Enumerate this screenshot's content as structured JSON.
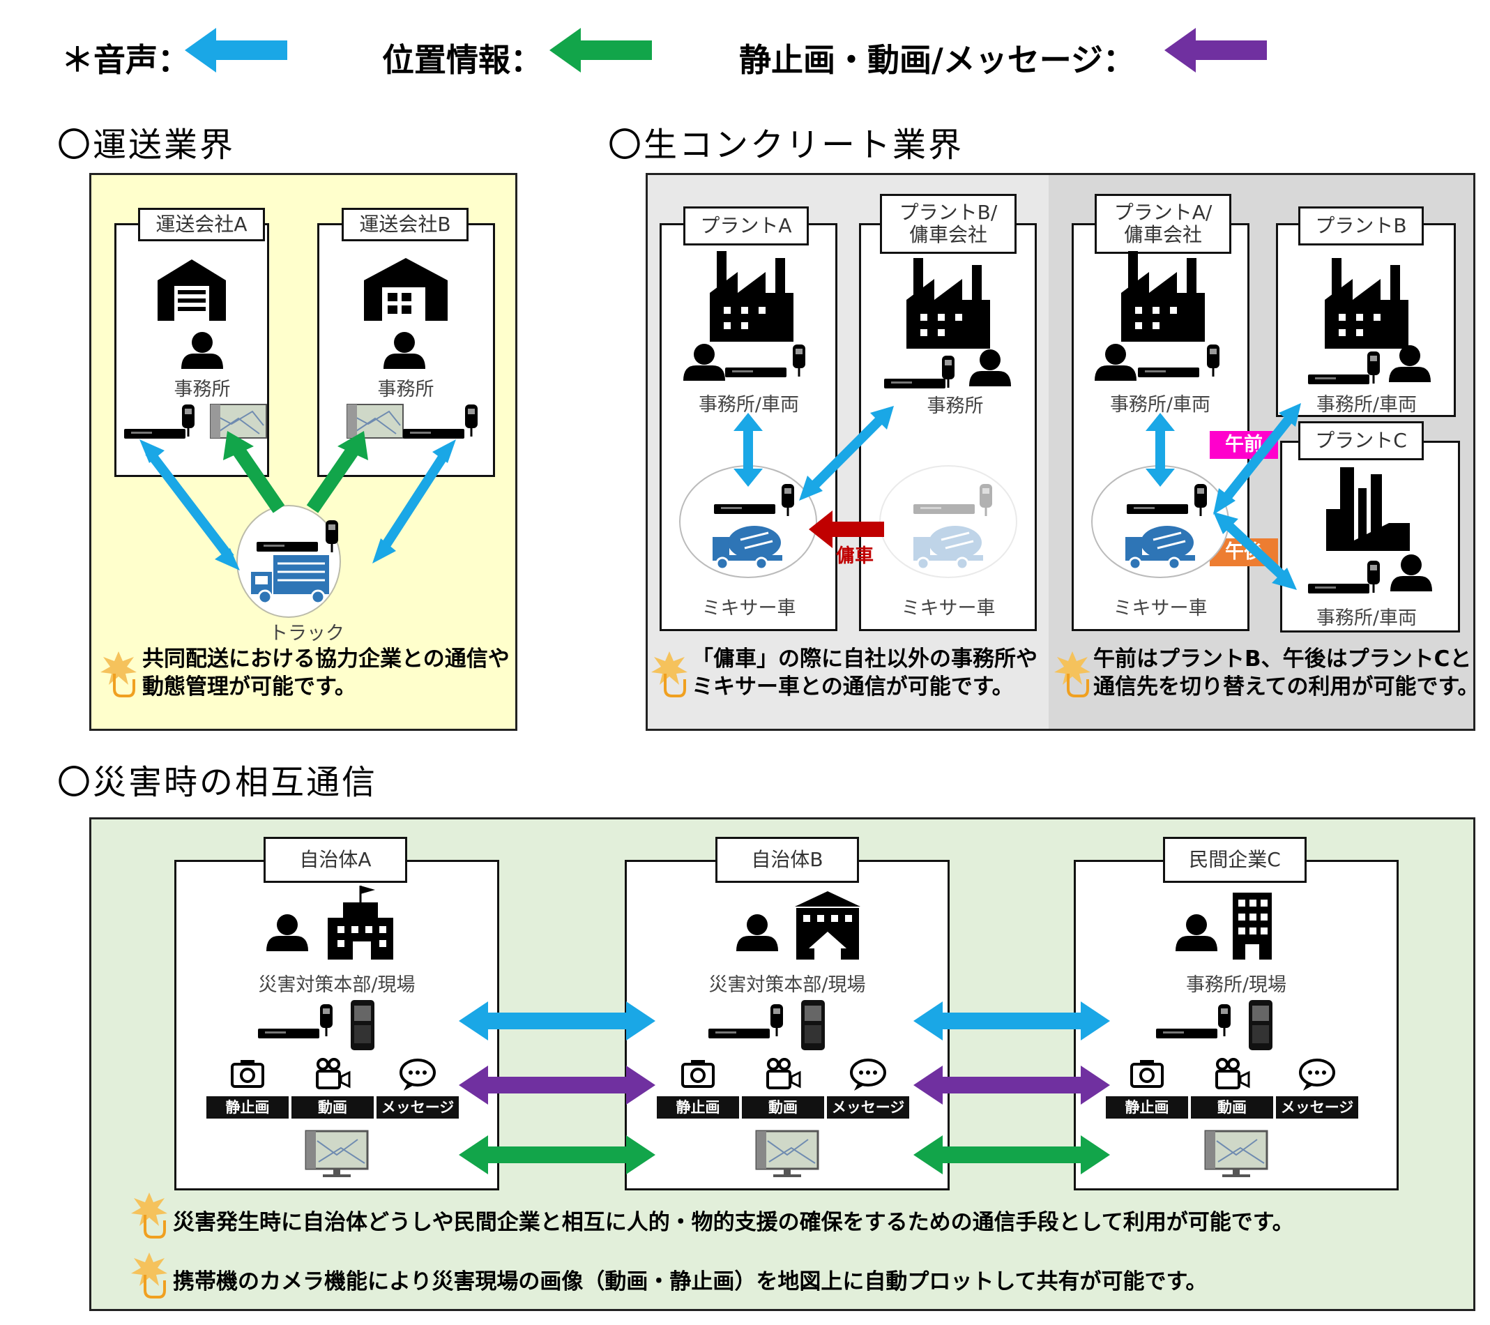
{
  "legend": {
    "voice": "＊音声：",
    "location": "位置情報：",
    "media": "静止画・動画/メッセージ："
  },
  "colors": {
    "voice": "#1aa7e6",
    "location": "#12a54a",
    "media": "#7030a0",
    "hiring": "#c00000",
    "am": "#ff00cc",
    "pm": "#ed7d31"
  },
  "transport": {
    "title": "〇運送業界",
    "company_a": "運送会社A",
    "company_b": "運送会社B",
    "office": "事務所",
    "truck": "トラック",
    "note_line1": "共同配送における協力企業との通信や",
    "note_line2": "動態管理が可能です。"
  },
  "concrete": {
    "title": "〇生コンクリート業界",
    "plant_a": "プラントA",
    "plant_b_line1": "プラントB/",
    "plant_b_line2": "傭車会社",
    "plant_a2_line1": "プラントA/",
    "plant_a2_line2": "傭車会社",
    "plant_b2": "プラントB",
    "plant_c": "プラントC",
    "office_vehicle": "事務所/車両",
    "office": "事務所",
    "mixer": "ミキサー車",
    "hire_label": "傭車",
    "am": "午前",
    "pm": "午後",
    "note1_line1": "「傭車」の際に自社以外の事務所や",
    "note1_line2": "ミキサー車との通信が可能です。",
    "note2_line1": "午前はプラントB、午後はプラントCと",
    "note2_line2": "通信先を切り替えての利用が可能です。"
  },
  "disaster": {
    "title": "〇災害時の相互通信",
    "entity_a": "自治体A",
    "entity_b": "自治体B",
    "entity_c": "民間企業C",
    "hq_site": "災害対策本部/現場",
    "office_site": "事務所/現場",
    "still": "静止画",
    "video": "動画",
    "message": "メッセージ",
    "note1": "災害発生時に自治体どうしや民間企業と相互に人的・物的支援の確保をするための通信手段として利用が可能です。",
    "note2": "携帯機のカメラ機能により災害現場の画像（動画・静止画）を地図上に自動プロットして共有が可能です。"
  }
}
